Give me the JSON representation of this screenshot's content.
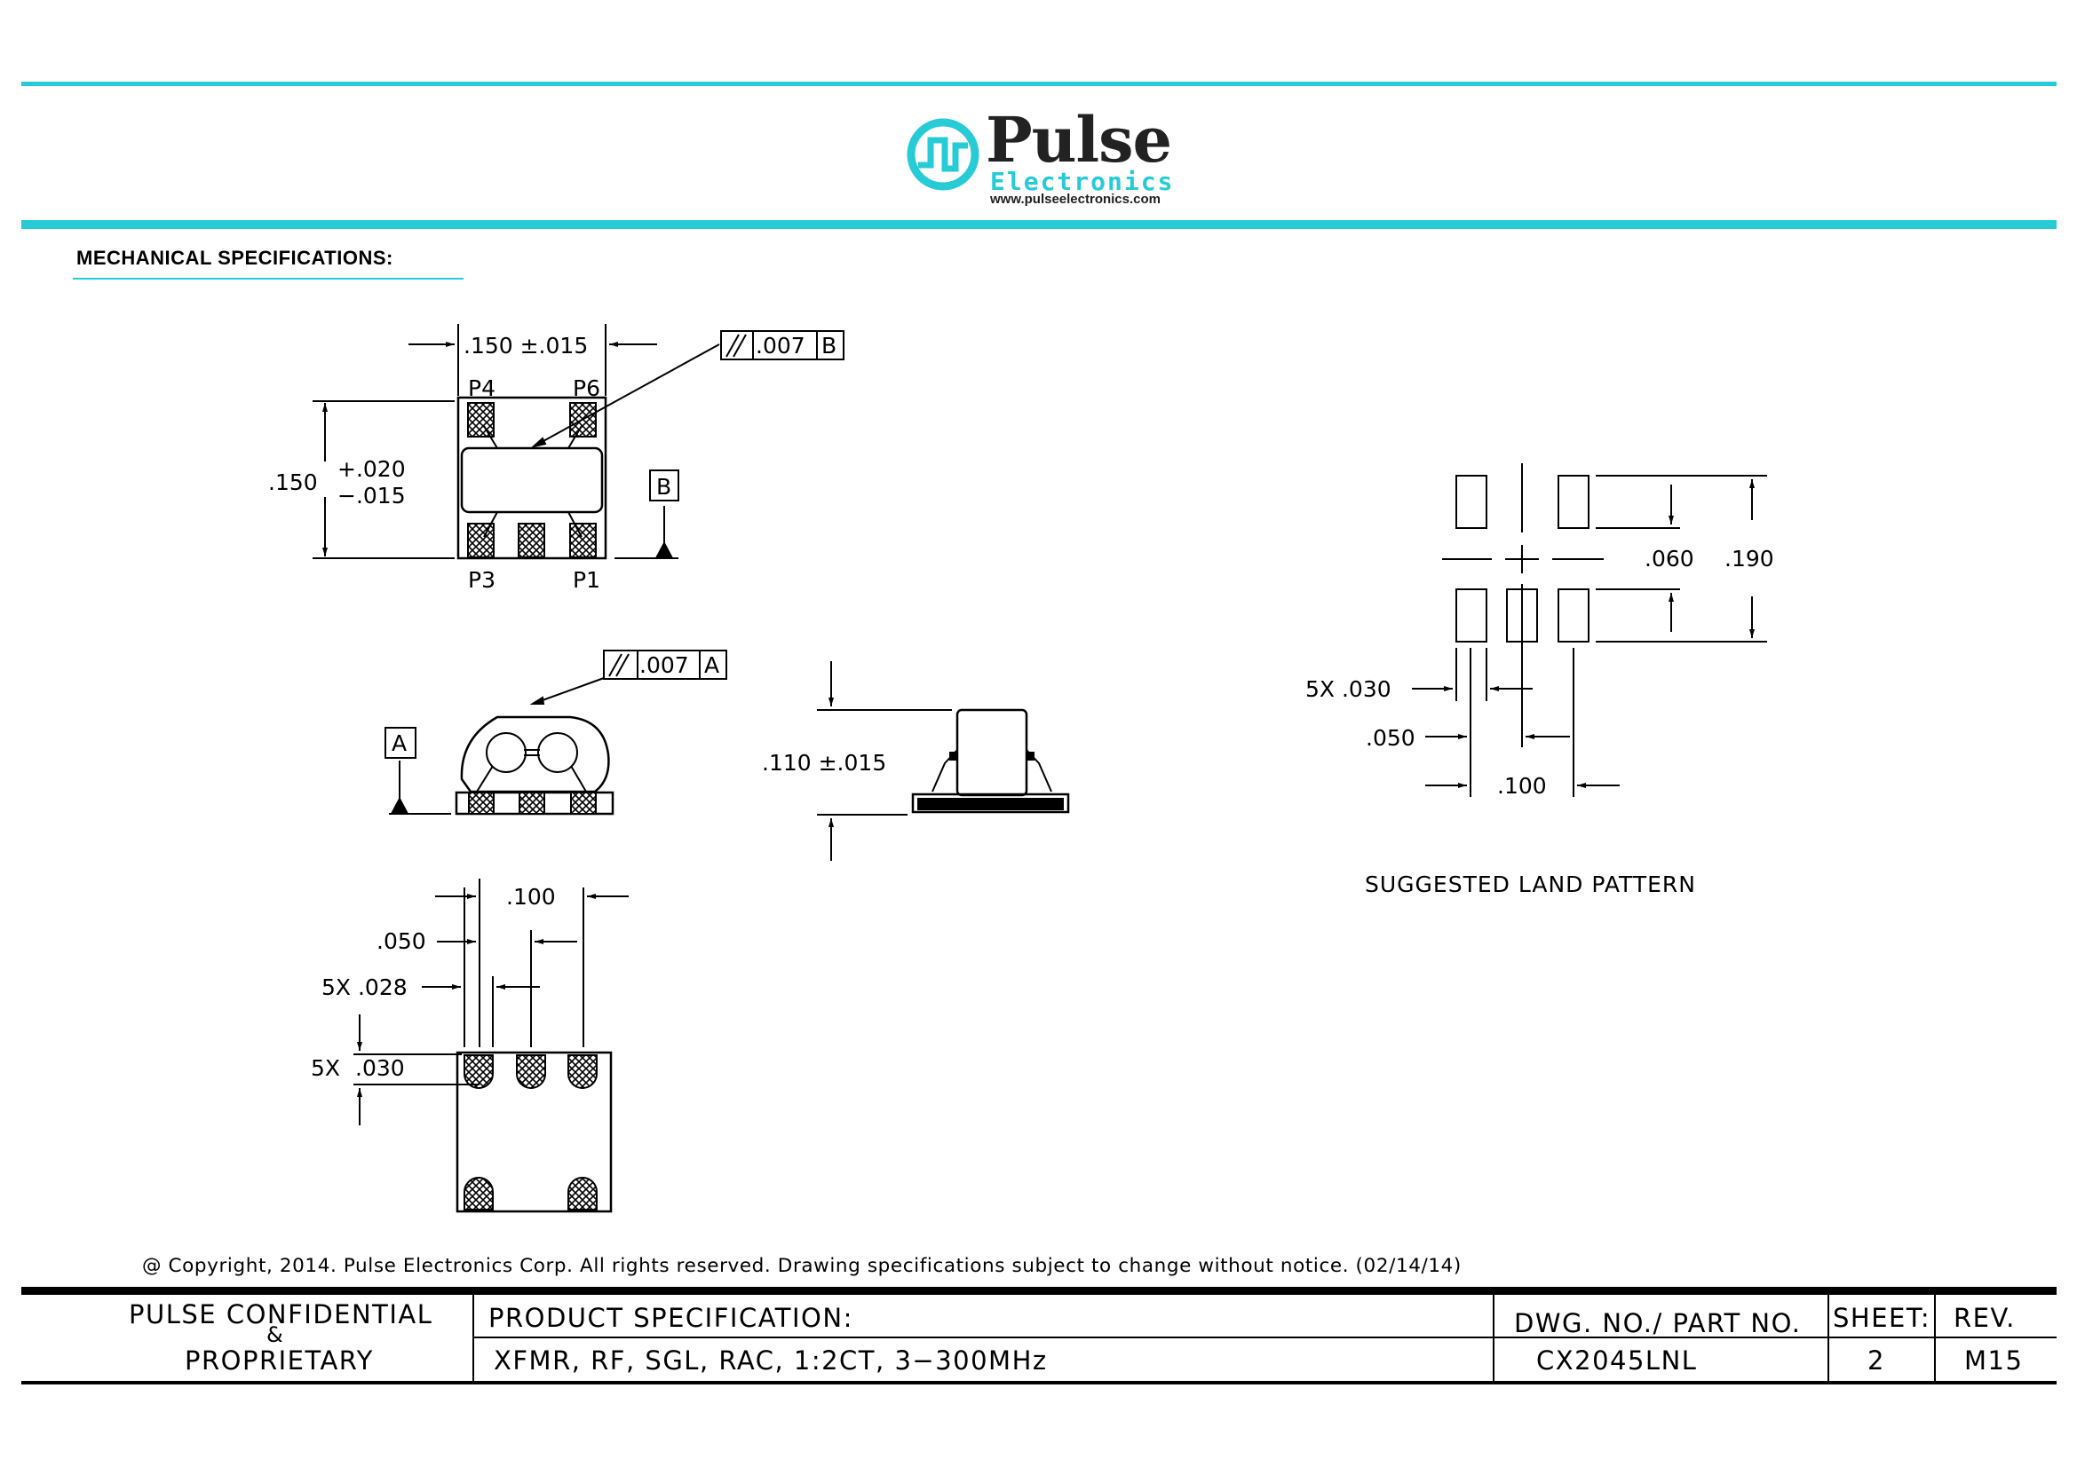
{
  "header": {
    "logo_word": "Pulse",
    "logo_sub": "Electronics",
    "logo_url": "www.pulseelectronics.com"
  },
  "section": {
    "title": "MECHANICAL SPECIFICATIONS:"
  },
  "top_view": {
    "width_dim": ".150 ±.015",
    "flatness": ".007",
    "flatness_datum": "B",
    "height_dim": ".150",
    "height_tol_plus": "+.020",
    "height_tol_minus": "−.015",
    "datum": "B",
    "pins": [
      "P4",
      "P6",
      "P3",
      "P1"
    ]
  },
  "side_view": {
    "flatness": ".007",
    "flatness_datum": "A",
    "datum": "A"
  },
  "profile_view": {
    "height_dim": ".110 ±.015"
  },
  "bottom_view": {
    "pitch": ".100",
    "half_pitch": ".050",
    "pad_width": "5X .028",
    "pad_length_prefix": "5X",
    "pad_length": ".030"
  },
  "land_pattern": {
    "inner": ".060",
    "outer": ".190",
    "pad_width": "5X .030",
    "half_pitch": ".050",
    "pitch": ".100",
    "caption": "SUGGESTED LAND PATTERN"
  },
  "copyright": "@ Copyright, 2014. Pulse Electronics Corp. All rights reserved. Drawing specifications subject to change without notice. (02/14/14)",
  "title_block": {
    "confidential_line1": "PULSE CONFIDENTIAL",
    "confidential_amp": "&",
    "confidential_line2": "PROPRIETARY",
    "spec_label": "PRODUCT SPECIFICATION:",
    "description": "XFMR, RF, SGL, RAC, 1:2CT, 3−300MHz",
    "dwg_label": "DWG. NO./ PART NO.",
    "part_no": "CX2045LNL",
    "sheet_label": "SHEET:",
    "sheet": "2",
    "rev_label": "REV.",
    "rev": "M15"
  },
  "colors": {
    "accent": "#27cbd6",
    "ink": "#000000"
  }
}
